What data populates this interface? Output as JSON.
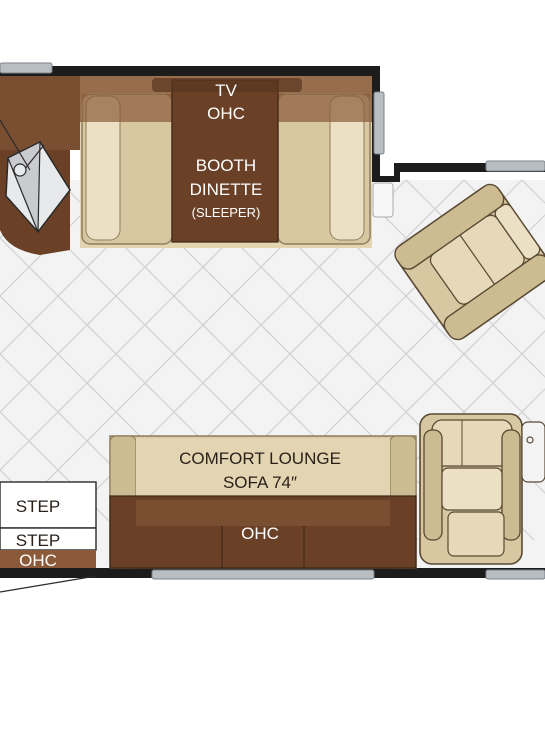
{
  "floorplan": {
    "labels": {
      "tv": "TV",
      "ohc_top": "OHC",
      "booth_line1": "BOOTH",
      "booth_line2": "DINETTE",
      "booth_line3": "(SLEEPER)",
      "sofa_line1": "COMFORT LOUNGE",
      "sofa_line2": "SOFA 74″",
      "ohc_sofa": "OHC",
      "step_upper": "STEP",
      "step_lower": "STEP",
      "ohc_entry": "OHC"
    },
    "colors": {
      "wall": "#1c1c1c",
      "dark_brown": "#6a4127",
      "mid_brown": "#8a5a3a",
      "tan": "#d8c8a2",
      "cream": "#ebe0c4",
      "floor": "#f3f3f4",
      "floor_line": "#d4d4d6",
      "window": "#b9bec3"
    }
  }
}
